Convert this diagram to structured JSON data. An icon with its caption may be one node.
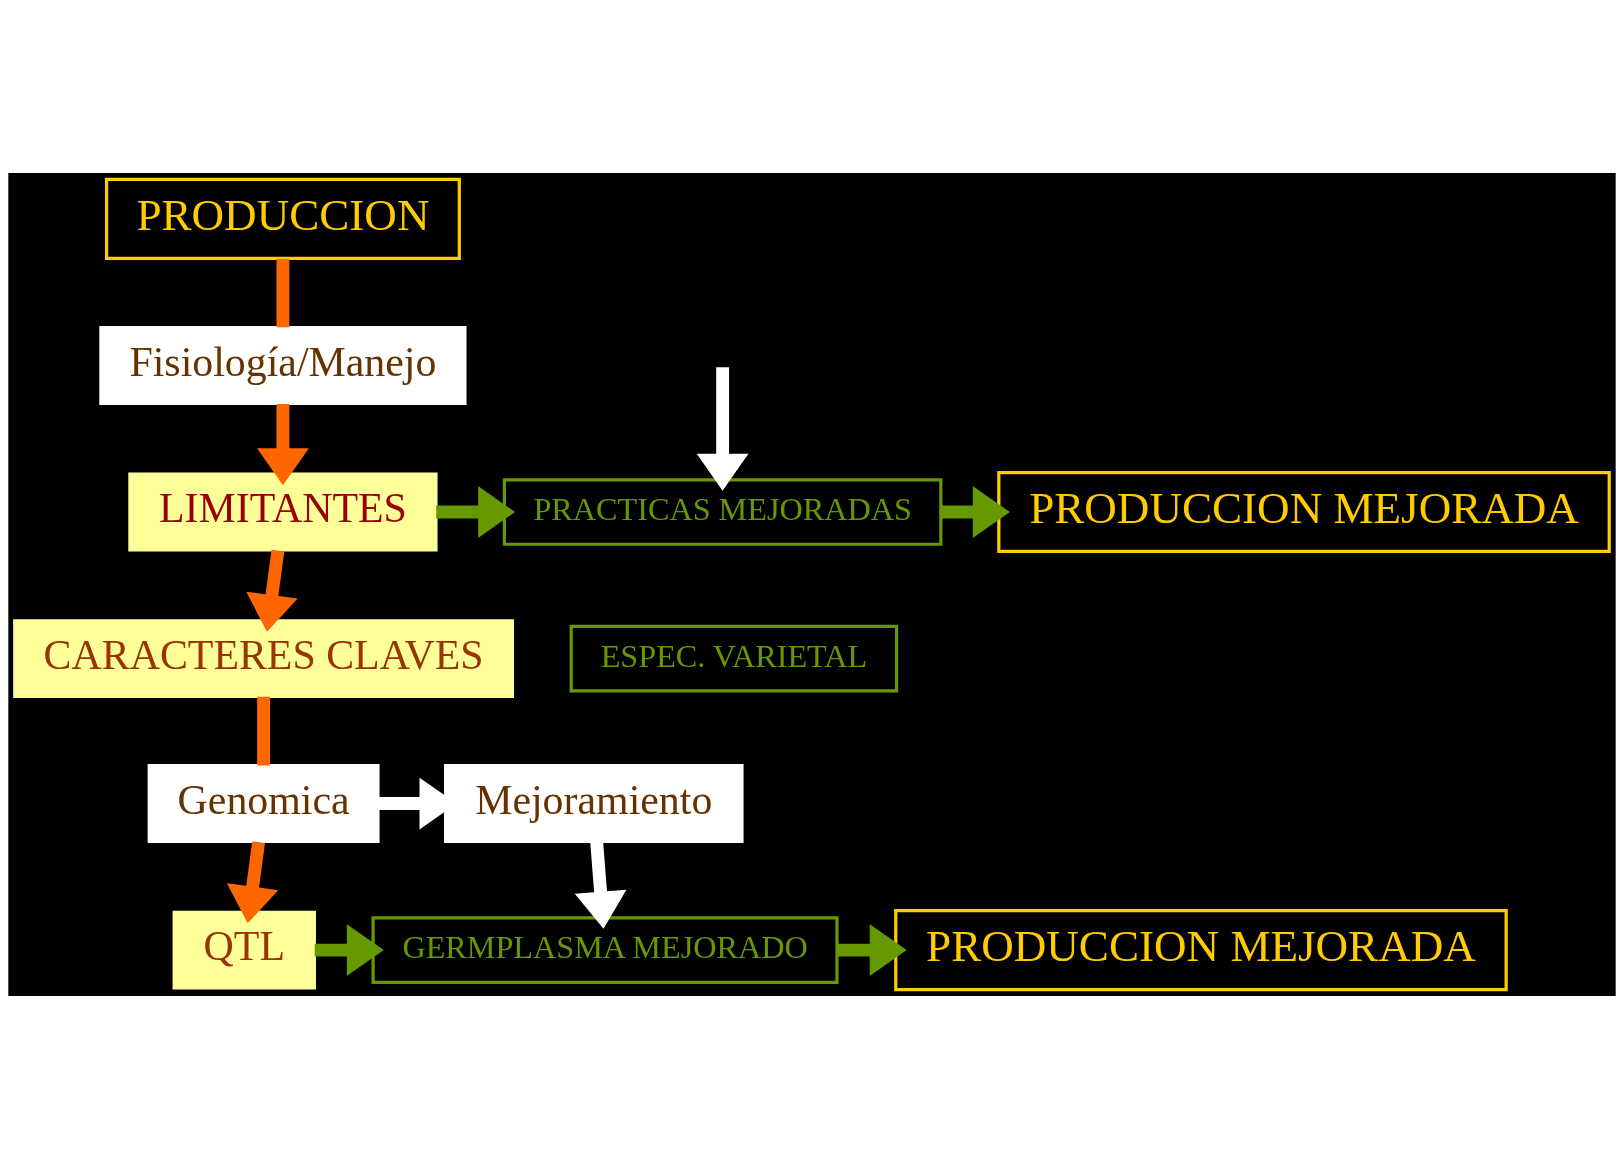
{
  "diagram": {
    "nodes": [
      {
        "text": [
          "PRODUCCION"
        ]
      },
      {
        "text": [
          "Fisiología/Manejo"
        ]
      },
      {
        "text": [
          "LIMITANTES"
        ]
      },
      {
        "text": [
          "PRACTICAS MEJORADAS"
        ]
      },
      {
        "text": [
          "ESPEC. VARIETAL"
        ]
      },
      {
        "text": [
          "PRODUCCION MEJORADA"
        ]
      },
      {
        "text": [
          "CARACTERES CLAVES"
        ]
      },
      {
        "text": [
          "Genomica"
        ]
      },
      {
        "text": [
          "Mejoramiento"
        ]
      },
      {
        "text": [
          "QTL"
        ]
      },
      {
        "text": [
          "GERMPLASMA MEJORADO"
        ]
      },
      {
        "text": [
          "PRODUCCION MEJORADA"
        ]
      }
    ],
    "edges": [
      {
        "from": 0,
        "to": 1,
        "arrow": "none"
      },
      {
        "from": 1,
        "to": 2,
        "arrow": "to"
      },
      {
        "from": null,
        "to": 3,
        "arrow": "to",
        "color": "#ffffff"
      },
      {
        "from": 2,
        "to": 3,
        "arrow": "to",
        "color": "#669900"
      },
      {
        "from": 3,
        "to": 5,
        "arrow": "to",
        "color": "#669900"
      },
      {
        "from": 2,
        "to": 6,
        "arrow": "to"
      },
      {
        "from": 6,
        "to": 7,
        "arrow": "none"
      },
      {
        "from": 7,
        "to": 8,
        "arrow": "to",
        "color": "#ffffff"
      },
      {
        "from": 7,
        "to": 9,
        "arrow": "to"
      },
      {
        "from": 8,
        "to": 10,
        "arrow": "to",
        "color": "#ffffff"
      },
      {
        "from": 9,
        "to": 10,
        "arrow": "to",
        "color": "#669900"
      },
      {
        "from": 10,
        "to": 11,
        "arrow": "to",
        "color": "#669900"
      }
    ]
  }
}
